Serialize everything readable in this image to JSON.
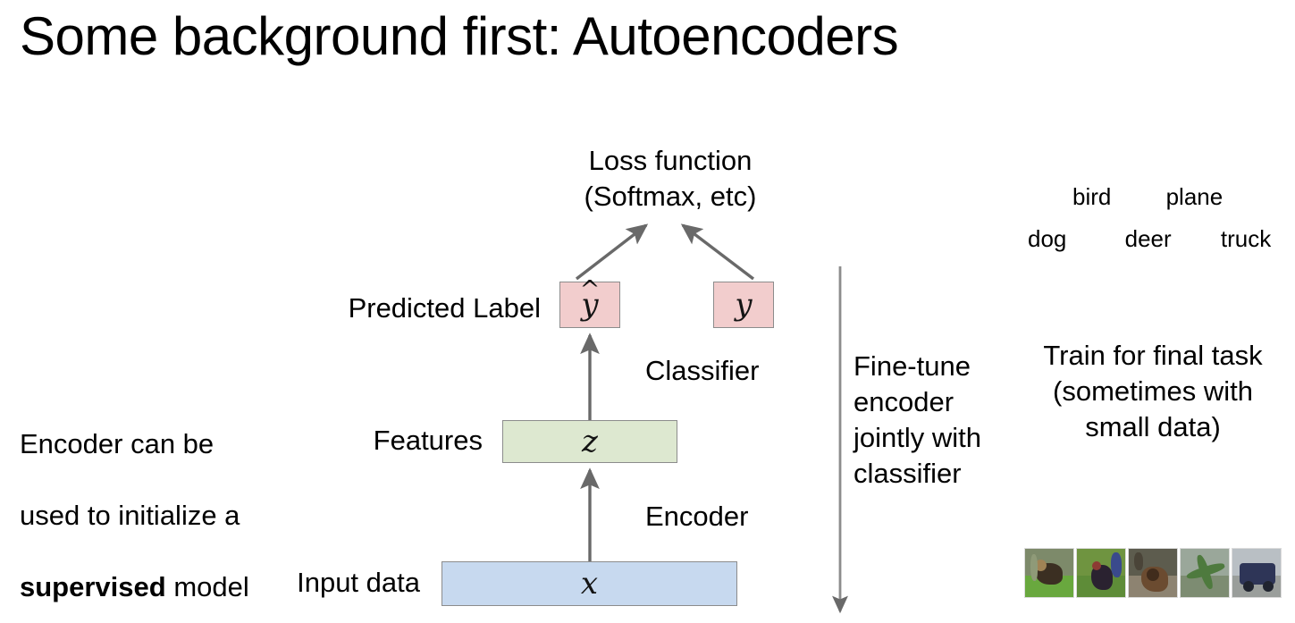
{
  "slide": {
    "title": "Some background first: Autoencoders",
    "background_color": "#ffffff"
  },
  "diagram": {
    "loss_label": "Loss function\n(Softmax, etc)",
    "predicted_label": "Predicted Label",
    "features_label": "Features",
    "classifier_label": "Classifier",
    "encoder_label": "Encoder",
    "input_label": "Input data",
    "nodes": {
      "yhat_symbol": "y",
      "yhat_hat": "^",
      "y_symbol": "y",
      "z_symbol": "z",
      "x_symbol": "x"
    },
    "colors": {
      "pink_box": "#f2cdcd",
      "green_box": "#dde8d0",
      "blue_box": "#c7d9ef",
      "box_border": "#8c8c8c",
      "arrow": "#696969"
    }
  },
  "left_note": {
    "line1": "Encoder can be",
    "line2": "used to initialize a",
    "bold_word": "supervised",
    "line3_tail": " model"
  },
  "finetune_note": {
    "text": "Fine-tune\nencoder\njointly with\nclassifier"
  },
  "right_panel": {
    "class_labels_row1": [
      "bird",
      "plane"
    ],
    "class_labels_row2": [
      "dog",
      "deer",
      "truck"
    ],
    "train_note": "Train for final task\n(sometimes with\nsmall data)",
    "thumbnails": [
      "dog",
      "bird",
      "deer",
      "plane",
      "truck"
    ]
  }
}
